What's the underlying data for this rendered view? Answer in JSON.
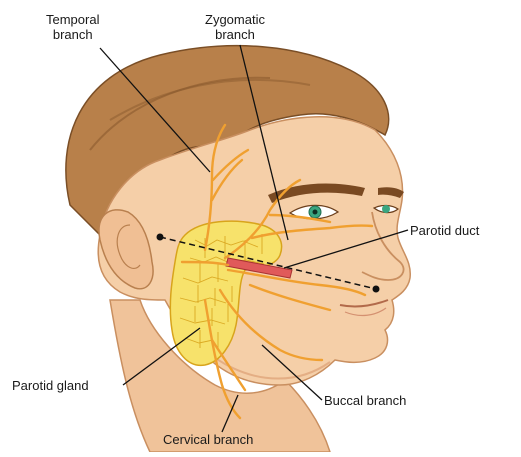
{
  "labels": {
    "temporal": [
      "Temporal",
      "branch"
    ],
    "zygomatic": [
      "Zygomatic",
      "branch"
    ],
    "parotid_duct": "Parotid duct",
    "parotid_gland": "Parotid gland",
    "buccal": "Buccal branch",
    "cervical": "Cervical branch"
  },
  "colors": {
    "skin": "#f5cfa8",
    "skin_shadow": "#e8b489",
    "hair": "#b8804a",
    "hair_dark": "#8a5a2e",
    "gland": "#f7e26b",
    "gland_outline": "#d8a41c",
    "nerve": "#f0a030",
    "duct": "#e05a5a",
    "eye": "#3aa680",
    "leader": "#111111"
  }
}
